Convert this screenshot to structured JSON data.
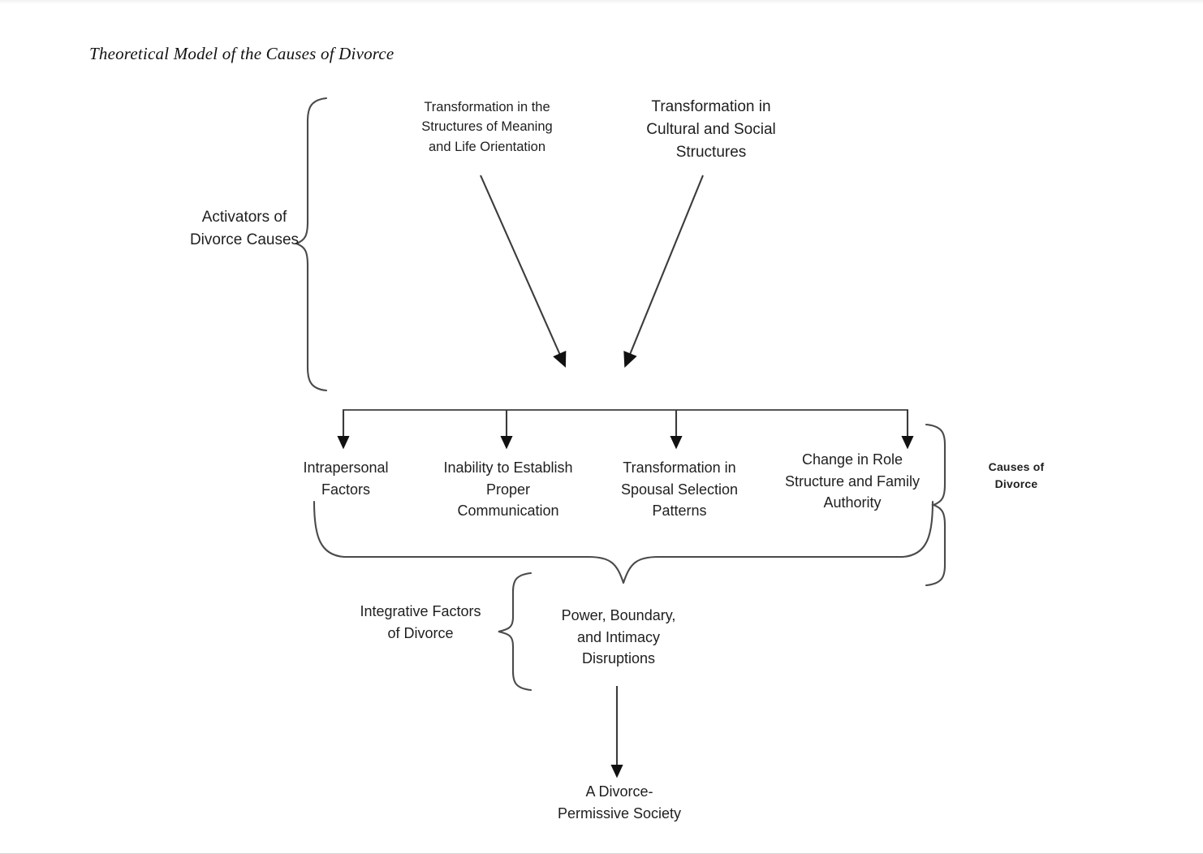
{
  "figure": {
    "title": "Theoretical Model of the Causes of Divorce",
    "line_color": "#4a4a4a",
    "text_color": "#1f1f1f",
    "background": "#ffffff"
  },
  "groups": {
    "activators_label": "Activators of\nDivorce Causes",
    "activators_label_line1": "Activators of",
    "activators_label_line2": "Divorce Causes",
    "causes_label_line1": "Causes of",
    "causes_label_line2": "Divorce",
    "integrative_label_line1": "Integrative Factors",
    "integrative_label_line2": "of Divorce"
  },
  "nodes": {
    "meaning": {
      "line1": "Transformation in the",
      "line2": "Structures of Meaning",
      "line3": "and Life Orientation"
    },
    "cultural": {
      "line1": "Transformation in",
      "line2": "Cultural and Social",
      "line3": "Structures"
    },
    "intrapersonal": {
      "line1": "Intrapersonal",
      "line2": "Factors"
    },
    "communication": {
      "line1": "Inability to Establish",
      "line2": "Proper",
      "line3": "Communication"
    },
    "spousal": {
      "line1": "Transformation in",
      "line2": "Spousal Selection",
      "line3": "Patterns"
    },
    "role_structure": {
      "line1": "Change in Role",
      "line2": "Structure and Family",
      "line3": "Authority"
    },
    "power": {
      "line1": "Power, Boundary,",
      "line2": "and Intimacy",
      "line3": "Disruptions"
    },
    "permissive": {
      "line1": "A Divorce-",
      "line2": "Permissive Society"
    }
  },
  "connectors": {
    "brace_activators": "right-facing curly brace",
    "brace_causes": "right-facing curly brace",
    "brace_integrative": "left-facing curly brace",
    "brace_merge": "downward-pointing curly brace",
    "arrow_meaning_down": "diagonal arrow",
    "arrow_cultural_down": "diagonal arrow",
    "distribution_bar": "horizontal distribution line with four down arrows",
    "arrow_power_to_society": "vertical arrow"
  }
}
